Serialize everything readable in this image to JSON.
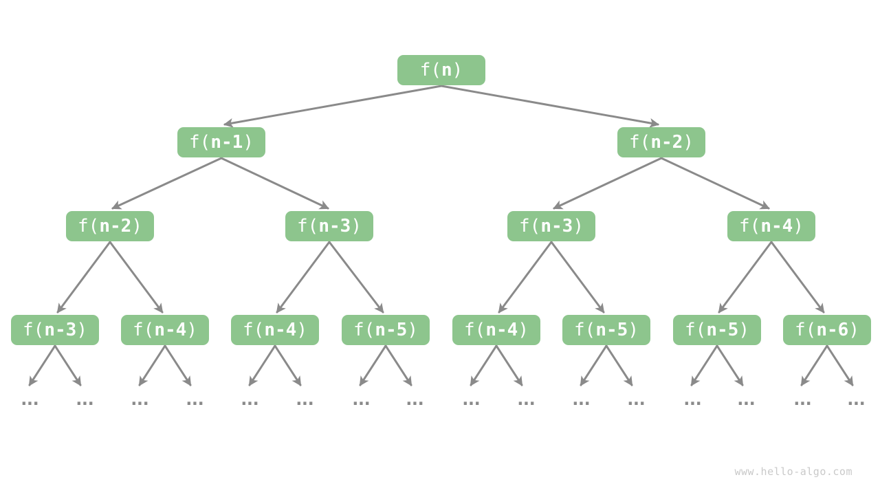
{
  "diagram": {
    "type": "recursion-tree",
    "node_prefix": "f(",
    "node_suffix": ")",
    "levels": [
      {
        "args": [
          "n"
        ]
      },
      {
        "args": [
          "n-1",
          "n-2"
        ]
      },
      {
        "args": [
          "n-2",
          "n-3",
          "n-3",
          "n-4"
        ]
      },
      {
        "args": [
          "n-3",
          "n-4",
          "n-4",
          "n-5",
          "n-4",
          "n-5",
          "n-5",
          "n-6"
        ]
      }
    ],
    "ellipsis": "...",
    "colors": {
      "node_fill": "#8dc58d",
      "node_text": "#ffffff",
      "arrow": "#8a8a8a",
      "watermark_text": "#c9c9c9",
      "background": "#ffffff"
    }
  },
  "footer": {
    "watermark": "www.hello-algo.com"
  }
}
